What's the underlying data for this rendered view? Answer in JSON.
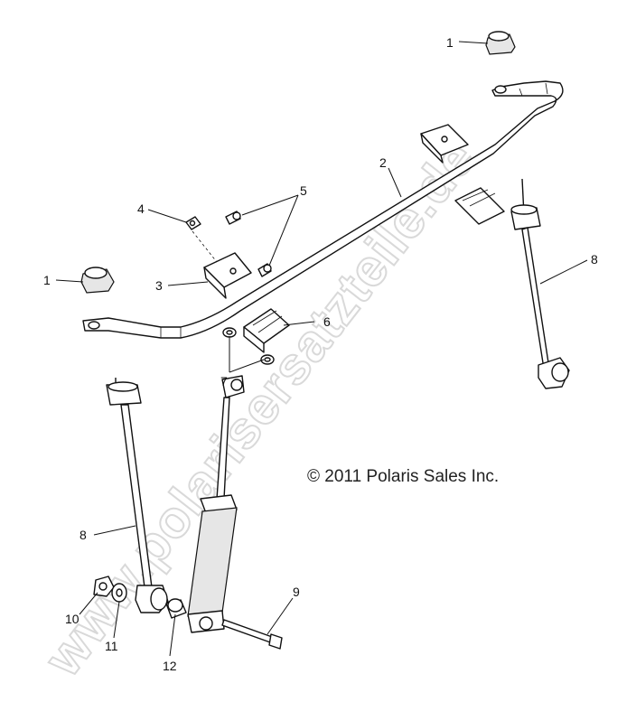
{
  "watermark": "www.polarisersatzteile.de",
  "copyright": "© 2011 Polaris Sales Inc.",
  "callouts": {
    "c1_top": "1",
    "c1_left": "1",
    "c2": "2",
    "c3": "3",
    "c4": "4",
    "c5": "5",
    "c6": "6",
    "c7": "7",
    "c8_right": "8",
    "c8_left": "8",
    "c9": "9",
    "c10": "10",
    "c11": "11",
    "c12": "12"
  }
}
